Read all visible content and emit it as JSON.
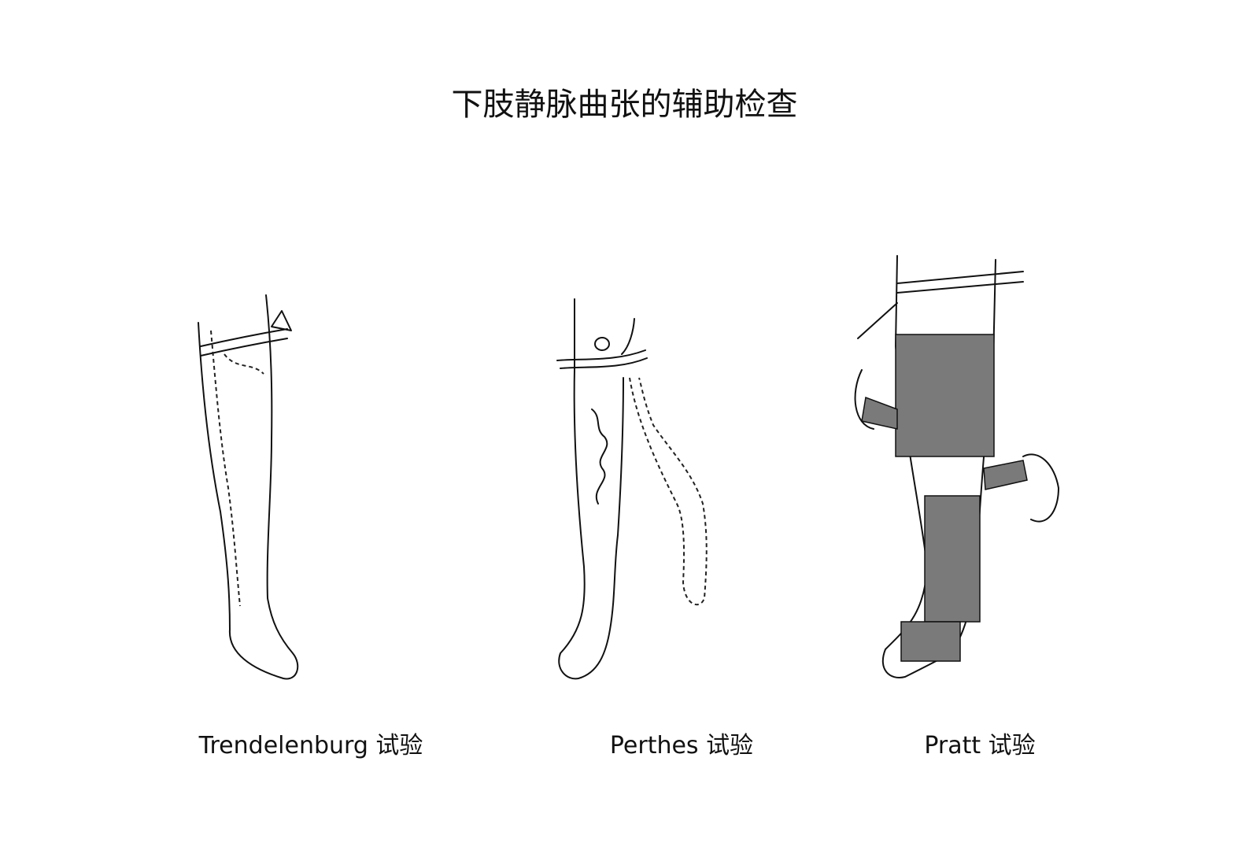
{
  "title": "下肢静脉曲张的辅助检查",
  "figures": [
    {
      "label": "Trendelenburg 试验"
    },
    {
      "label": "Perthes 试验"
    },
    {
      "label": "Pratt 试验"
    }
  ],
  "colors": {
    "bandage": "#7a7a7a",
    "line": "#111111"
  }
}
